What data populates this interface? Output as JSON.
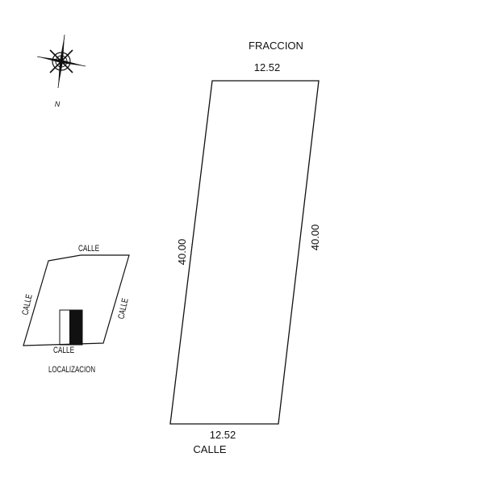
{
  "plot": {
    "north_label": "N",
    "top_neighbor": "FRACCION",
    "bottom_street": "CALLE",
    "dimensions": {
      "top": "12.52",
      "bottom": "12.52",
      "left": "40.00",
      "right": "40.00"
    }
  },
  "location_map": {
    "title": "LOCALIZACION",
    "street_top": "CALLE",
    "street_left": "CALLE",
    "street_right": "CALLE",
    "street_bottom": "CALLE"
  },
  "colors": {
    "line": "#111111",
    "background": "#ffffff"
  }
}
